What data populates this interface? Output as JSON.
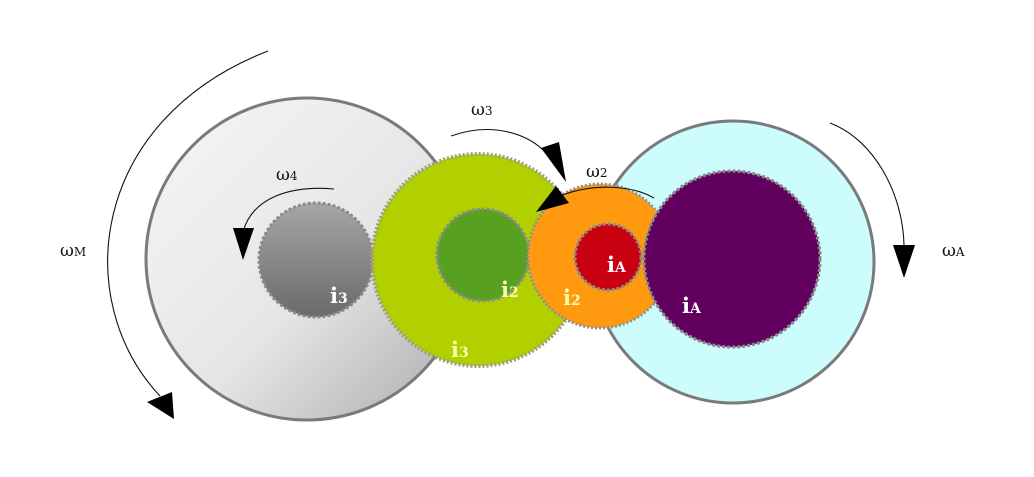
{
  "colors": {
    "gear_m_outer": "#e4e4e4",
    "gear_3_inner": "#8e8e8e",
    "gear_3_outer": "#b2d000",
    "gear_2_inner": "#57a020",
    "gear_2_outer": "#ff9a10",
    "gear_a_inner": "#c8000f",
    "gear_a_outer": "#ccfcfc",
    "gear_a_big_inner": "#620060",
    "outline": "#7a7a7a",
    "arrow": "#000000",
    "label_white": "#ffffff",
    "label_yellow": "#f4ffb0"
  },
  "labels": {
    "omega_m": {
      "base": "ω",
      "sub": "M"
    },
    "omega_4": {
      "base": "ω",
      "sub": "4"
    },
    "omega_3": {
      "base": "ω",
      "sub": "3"
    },
    "omega_2": {
      "base": "ω",
      "sub": "2"
    },
    "omega_a": {
      "base": "ω",
      "sub": "A"
    },
    "i3_inner": {
      "base": "i",
      "sub": "3"
    },
    "i3_outer": {
      "base": "i",
      "sub": "3"
    },
    "i2_inner": {
      "base": "i",
      "sub": "2"
    },
    "i2_outer": {
      "base": "i",
      "sub": "2"
    },
    "ia_inner": {
      "base": "i",
      "sub": "A"
    },
    "ia_outer": {
      "base": "i",
      "sub": "A"
    }
  }
}
